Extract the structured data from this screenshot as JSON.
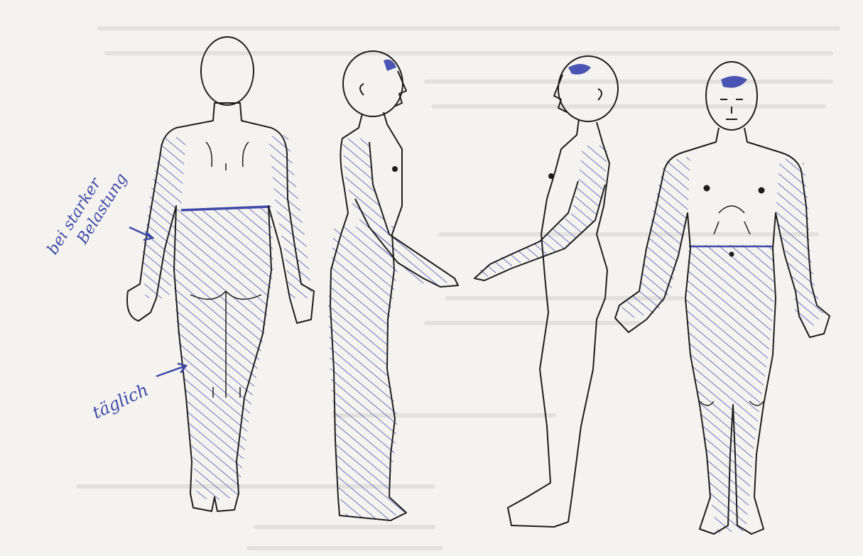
{
  "annotations": {
    "back_upper_note_line1": "bei starker",
    "back_upper_note_line2": "Belastung",
    "back_lower_note": "täglich"
  },
  "figures": [
    "back-view",
    "right-side-view",
    "left-side-view",
    "front-view"
  ],
  "colors": {
    "paper": "#f4f3f0",
    "ink_line": "#1d1d1d",
    "pen_blue": "#3f4aa8",
    "bleed_through": "#d9d7d2"
  }
}
